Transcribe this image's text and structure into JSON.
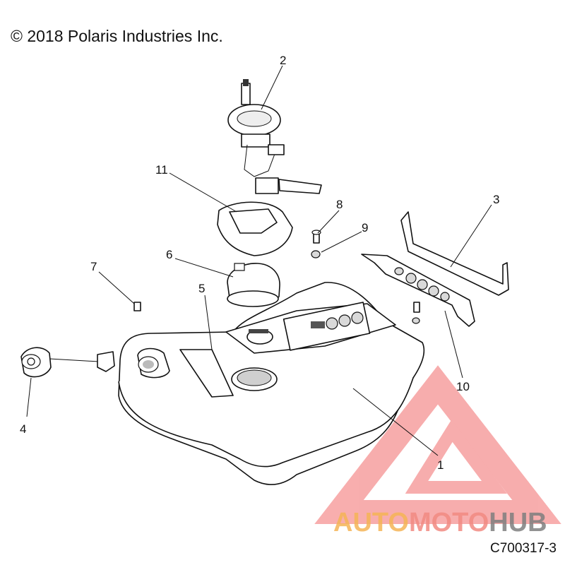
{
  "header": {
    "copyright": "© 2018 Polaris Industries Inc."
  },
  "footer": {
    "figure_id": "C700317-3"
  },
  "callouts": [
    {
      "label": "1"
    },
    {
      "label": "2"
    },
    {
      "label": "3"
    },
    {
      "label": "4"
    },
    {
      "label": "5"
    },
    {
      "label": "6"
    },
    {
      "label": "7"
    },
    {
      "label": "8"
    },
    {
      "label": "9"
    },
    {
      "label": "10"
    },
    {
      "label": "11"
    }
  ],
  "watermark": {
    "part1": "AUTO",
    "part2": "MOTO",
    "part3": "HUB",
    "colors": {
      "auto": "#f5b556",
      "moto": "#f28a82",
      "hub": "#7f7f7f",
      "triangle": "#f26b6b"
    }
  }
}
